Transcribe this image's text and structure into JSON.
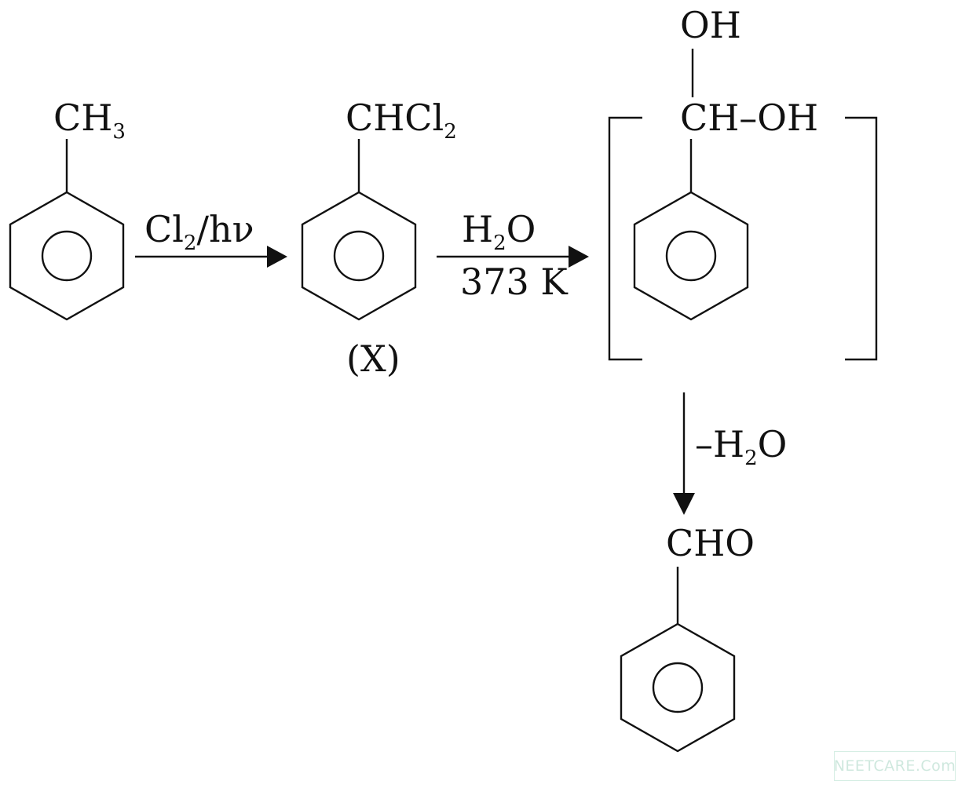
{
  "toluene": {
    "formula": "CH",
    "sub": "3"
  },
  "step1": {
    "reagent_main": "Cl",
    "reagent_sub": "2",
    "reagent_rest": "/hν"
  },
  "benzal_chloride": {
    "formula": "CHCl",
    "sub": "2",
    "label": "(X)"
  },
  "step2": {
    "top_main": "H",
    "top_sub": "2",
    "top_rest": "O",
    "bottom": "373 K"
  },
  "intermediate": {
    "oh_top": "OH",
    "ch_oh": "CH–OH"
  },
  "step3": {
    "main": "–H",
    "sub": "2",
    "rest": "O"
  },
  "benzaldehyde": {
    "formula": "CHO"
  },
  "watermark": {
    "text": "NEETCARE.Com"
  }
}
